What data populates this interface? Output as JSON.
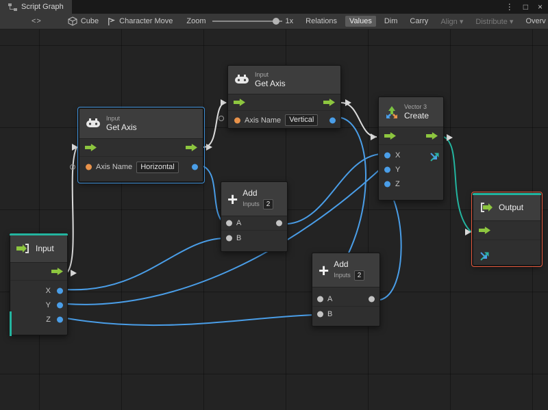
{
  "titlebar": {
    "tab": "Script Graph"
  },
  "icons": {
    "add_plus": "+",
    "menu": "⋮",
    "maximize": "□",
    "close": "×",
    "code": "<>",
    "dropdown": "▾"
  },
  "toolbar": {
    "cube": "Cube",
    "character_move": "Character Move",
    "zoom_label": "Zoom",
    "zoom_value": "1x",
    "relations": "Relations",
    "values": "Values",
    "dim": "Dim",
    "carry": "Carry",
    "align": "Align",
    "distribute": "Distribute",
    "overview": "Overv"
  },
  "graph": {
    "nodes": {
      "get_axis_vertical": {
        "category": "Input",
        "title": "Get Axis",
        "param_label": "Axis Name",
        "param_value": "Vertical"
      },
      "get_axis_horizontal": {
        "category": "Input",
        "title": "Get Axis",
        "param_label": "Axis Name",
        "param_value": "Horizontal",
        "selected": "true"
      },
      "add_top": {
        "title": "Add",
        "inputs_label": "Inputs",
        "inputs_count": "2",
        "port_a": "A",
        "port_b": "B"
      },
      "add_bottom": {
        "title": "Add",
        "inputs_label": "Inputs",
        "inputs_count": "2",
        "port_a": "A",
        "port_b": "B"
      },
      "vector3_create": {
        "category": "Vector 3",
        "title": "Create",
        "port_x": "X",
        "port_y": "Y",
        "port_z": "Z"
      },
      "input": {
        "title": "Input",
        "port_x": "X",
        "port_y": "Y",
        "port_z": "Z"
      },
      "output": {
        "title": "Output",
        "selected": "true"
      }
    },
    "colors": {
      "flow_green": "#8dc63f",
      "value_blue": "#4a9ee8",
      "teal": "#23b5a0",
      "orange": "#e8924a",
      "selection_blue": "#3e90d8",
      "selection_red": "#e8593c",
      "flow_white": "#dcdcdc"
    }
  }
}
